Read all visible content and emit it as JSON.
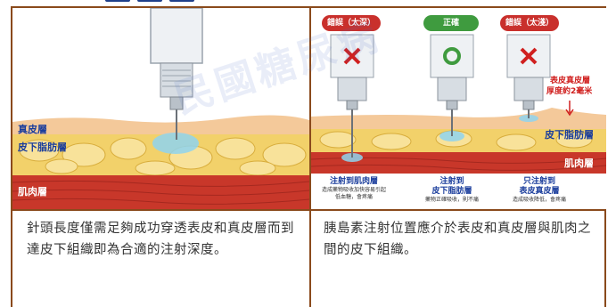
{
  "left_panel": {
    "labels": {
      "dermis": "真皮層",
      "subcutaneous": "皮下脂肪層",
      "muscle": "肌肉層"
    }
  },
  "right_panel": {
    "badges": {
      "too_deep": "錯誤（太深）",
      "correct": "正確",
      "too_shallow": "錯誤（太淺）"
    },
    "labels": {
      "epidermis_note_line1": "表皮真皮層",
      "epidermis_note_line2": "厚度約2毫米",
      "subcutaneous": "皮下脂肪層",
      "muscle": "肌肉層"
    },
    "notes": {
      "muscle_title": "注射到肌肉層",
      "muscle_detail": "造成藥物吸收加快容易引起低血糖，會疼痛",
      "subcutaneous_title_line1": "注射到",
      "subcutaneous_title_line2": "皮下脂肪層",
      "subcutaneous_detail": "藥物正確吸收，則不痛",
      "epidermis_title_line1": "只注射到",
      "epidermis_title_line2": "表皮真皮層",
      "epidermis_detail": "造成吸收降低，會疼痛"
    }
  },
  "captions": {
    "left": "針頭長度僅需足夠成功穿透表皮和真皮層而到達皮下組織即為合適的注射深度。",
    "right": "胰島素注射位置應介於表皮和真皮層與肌肉之間的皮下組織。"
  },
  "watermark": {
    "text": "民國糖尿病"
  },
  "colors": {
    "frame": "#8a4a1c",
    "label_blue": "#1a3d9c",
    "badge_red": "#c9302c",
    "badge_green": "#3f9b3f",
    "muscle": "#c8372a",
    "fat": "#f2d16a",
    "dermis": "#f4c99a"
  }
}
